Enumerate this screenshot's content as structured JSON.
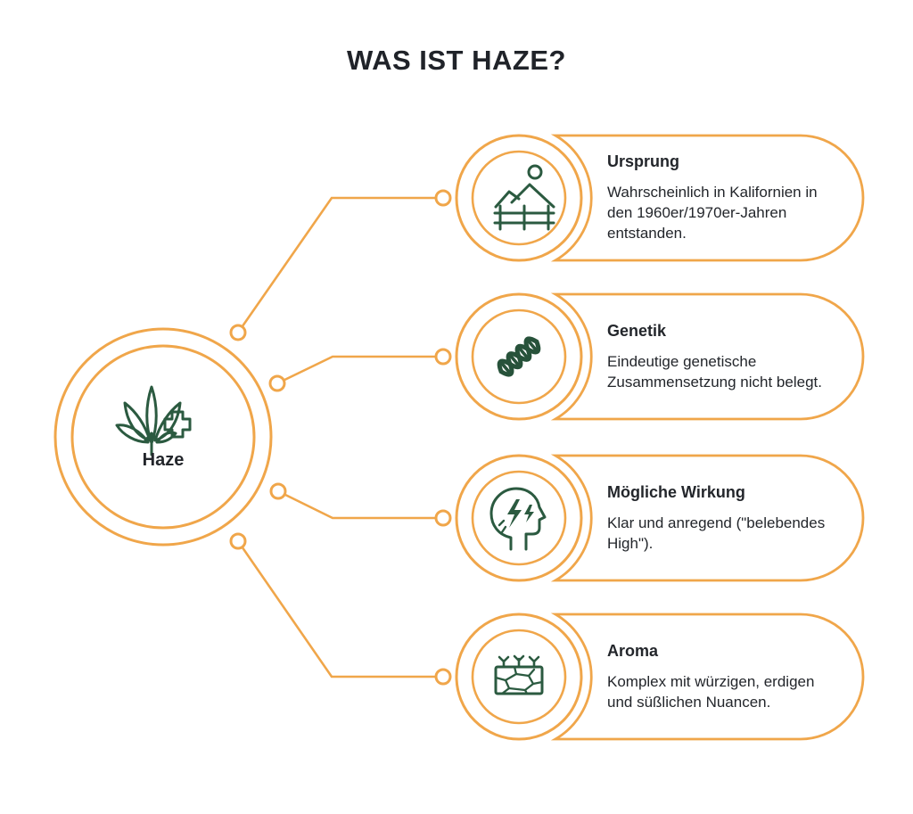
{
  "title": "WAS IST HAZE?",
  "center": {
    "label": "Haze",
    "icon": "cannabis-medical-icon"
  },
  "branches": [
    {
      "title": "Ursprung",
      "body": "Wahrscheinlich in Kalifornien in den 1960er/1970er-Jahren entstanden.",
      "icon": "landscape-fence-icon"
    },
    {
      "title": "Genetik",
      "body": "Eindeutige genetische Zusammensetzung nicht belegt.",
      "icon": "dna-icon"
    },
    {
      "title": "Mögliche Wirkung",
      "body": "Klar und anregend (\"belebendes High\").",
      "icon": "head-energy-icon"
    },
    {
      "title": "Aroma",
      "body": "Komplex mit würzigen, erdigen und süßlichen Nuancen.",
      "icon": "soil-sprouts-icon"
    }
  ],
  "colors": {
    "accent_orange": "#F0A64A",
    "icon_green": "#2B5A40",
    "text_dark": "#23262B",
    "background": "#FFFFFF"
  }
}
